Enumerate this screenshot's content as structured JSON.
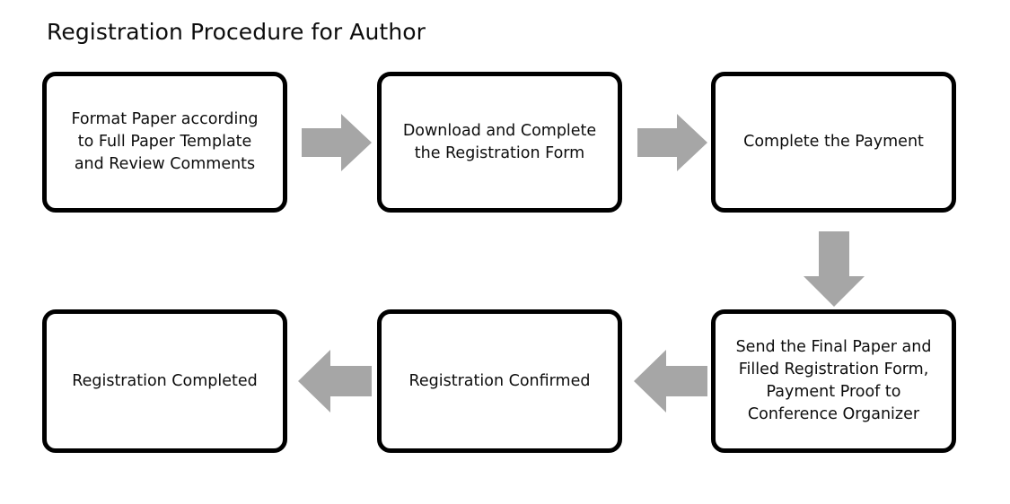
{
  "title": "Registration Procedure for Author",
  "colors": {
    "background": "#ffffff",
    "node_border": "#000000",
    "node_fill": "#ffffff",
    "text": "#0d0d0d",
    "arrow_fill": "#a6a6a6"
  },
  "nodes": [
    {
      "id": "format-paper",
      "label": "Format Paper according\nto Full Paper Template\nand Review Comments"
    },
    {
      "id": "download-form",
      "label": "Download and Complete\nthe Registration Form"
    },
    {
      "id": "complete-payment",
      "label": "Complete the Payment"
    },
    {
      "id": "send-final-paper",
      "label": "Send the Final Paper and\nFilled Registration Form,\nPayment Proof to\nConference Organizer"
    },
    {
      "id": "registration-confirmed",
      "label": "Registration Confirmed"
    },
    {
      "id": "registration-completed",
      "label": "Registration Completed"
    }
  ],
  "arrows": [
    {
      "id": "arrow-1",
      "direction": "right",
      "from": "format-paper",
      "to": "download-form"
    },
    {
      "id": "arrow-2",
      "direction": "right",
      "from": "download-form",
      "to": "complete-payment"
    },
    {
      "id": "arrow-3",
      "direction": "down",
      "from": "complete-payment",
      "to": "send-final-paper"
    },
    {
      "id": "arrow-4",
      "direction": "left",
      "from": "send-final-paper",
      "to": "registration-confirmed"
    },
    {
      "id": "arrow-5",
      "direction": "left",
      "from": "registration-confirmed",
      "to": "registration-completed"
    }
  ]
}
